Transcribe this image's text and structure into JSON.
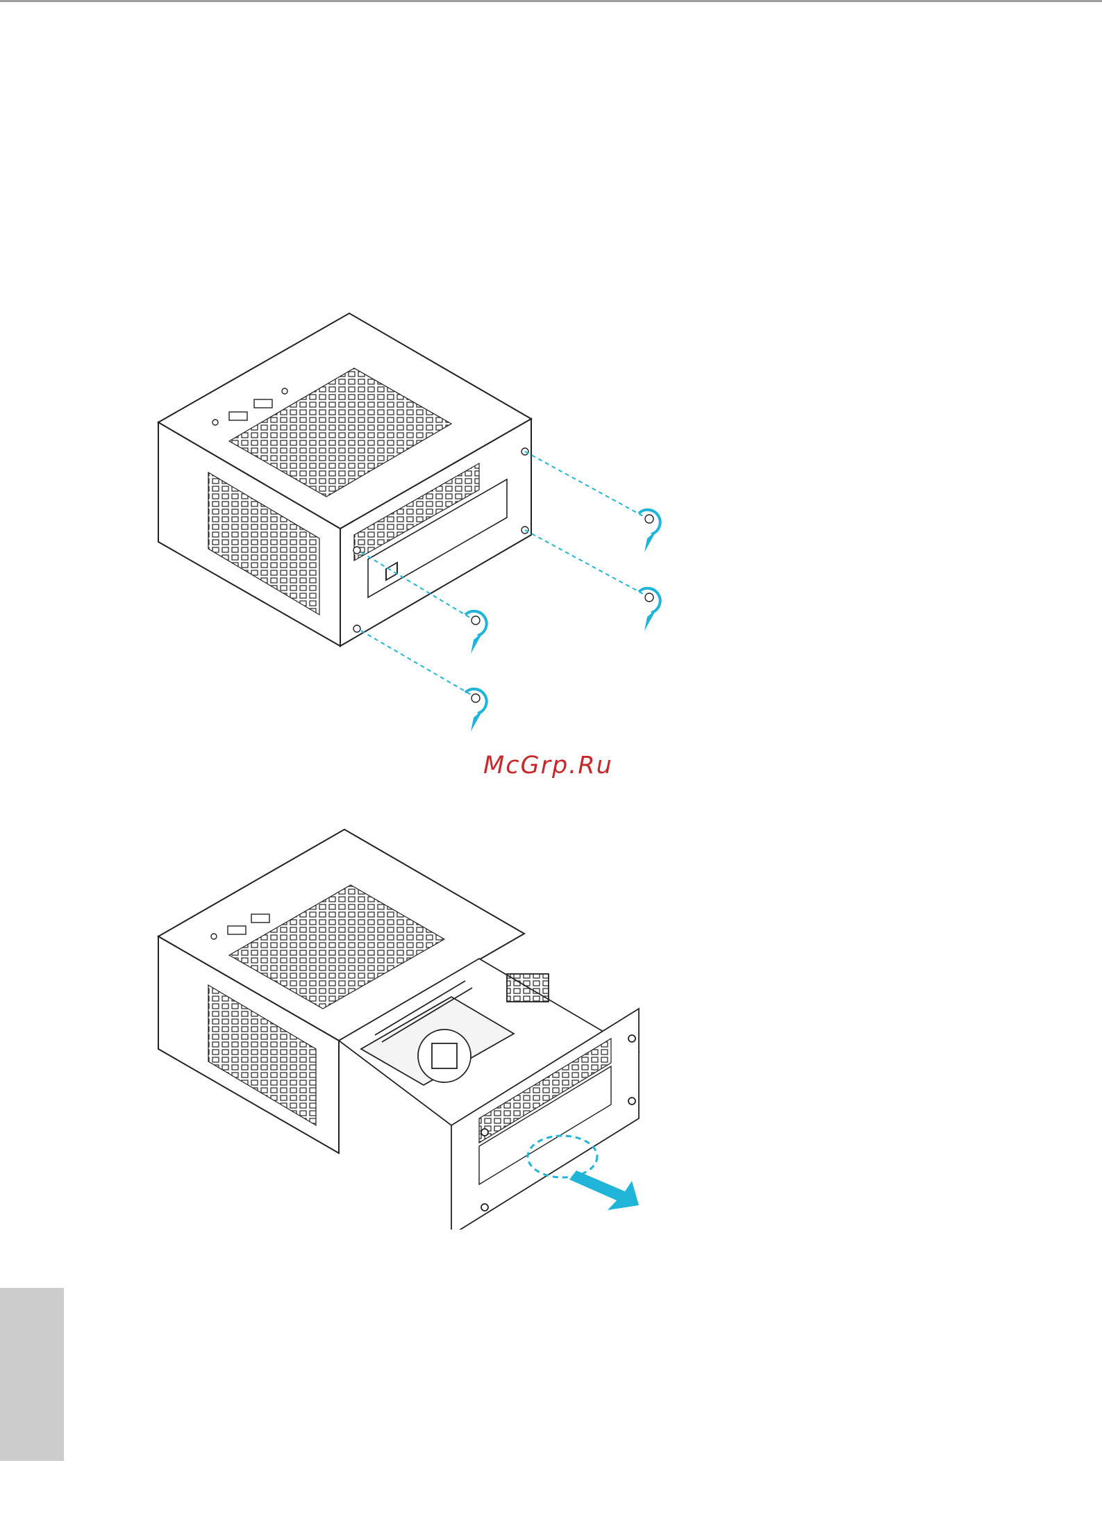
{
  "watermark": {
    "text": "McGrp.Ru"
  },
  "colors": {
    "accent": "#1fb4d8",
    "line": "#222222",
    "tab": "#cccccc",
    "watermark": "#c8282b"
  },
  "figures": [
    {
      "name": "remove-rear-screws",
      "icons": [
        "chassis-icon",
        "screw-icon",
        "rotate-arrow-icon"
      ]
    },
    {
      "name": "pull-out-tray",
      "icons": [
        "chassis-icon",
        "motherboard-tray-icon",
        "pull-arrow-icon"
      ]
    }
  ]
}
